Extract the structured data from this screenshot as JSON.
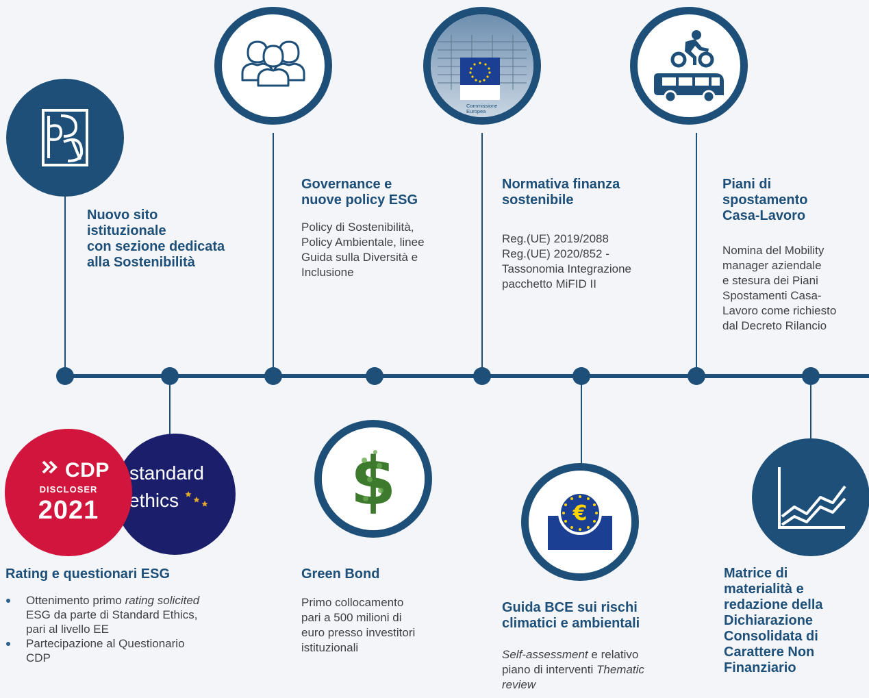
{
  "colors": {
    "primary": "#1d4f78",
    "background": "#f3f5f9",
    "cdp_red": "#d2153c",
    "ethics_navy": "#1b1f6b",
    "eu_blue": "#1b3f93"
  },
  "milestones": {
    "sito": {
      "icon": "bpp-logo-icon",
      "title_lines": [
        "Nuovo sito",
        "istituzionale",
        "con sezione dedicata",
        "alla Sostenibilità"
      ]
    },
    "governance": {
      "icon": "people-group-icon",
      "title_lines": [
        "Governance e",
        "nuove policy ESG"
      ],
      "body_lines": [
        "Policy di Sostenibilità,",
        "Policy Ambientale, linee",
        "Guida sulla Diversità e",
        "Inclusione"
      ]
    },
    "normativa": {
      "icon": "european-commission-building-icon",
      "image_text": "Commissione Europea",
      "title_lines": [
        "Normativa finanza",
        "sostenibile"
      ],
      "body_lines": [
        "Reg.(UE) 2019/2088",
        "Reg.(UE) 2020/852 -",
        "Tassonomia Integrazione",
        "pacchetto MiFID II"
      ]
    },
    "mobilita": {
      "icon": "bike-and-bus-icon",
      "title_lines": [
        "Piani di",
        "spostamento",
        "Casa-Lavoro"
      ],
      "body_lines": [
        "Nomina del Mobility",
        "manager aziendale",
        "e stesura dei Piani",
        "Spostamenti Casa-",
        "Lavoro come richiesto",
        "dal Decreto Rilancio"
      ]
    },
    "rating": {
      "title": "Rating e questionari ESG",
      "cdp_badge": {
        "word": "CDP",
        "line2": "DISCLOSER",
        "year": "2021"
      },
      "ethics_badge": {
        "line1": "standard",
        "line2": "ethics"
      },
      "bullets": [
        {
          "a": "Ottenimento primo ",
          "b": "rating solicited",
          "c": "ESG da parte di Standard Ethics,",
          "d": "pari al livello EE"
        },
        {
          "a": "Partecipazione al Questionario",
          "c": "CDP"
        }
      ]
    },
    "green_bond": {
      "icon": "dollar-sign-plants-icon",
      "title": "Green Bond",
      "body_lines": [
        "Primo collocamento",
        "pari a 500 milioni di",
        "euro presso investitori",
        "istituzionali"
      ]
    },
    "bce": {
      "icon": "euro-ecb-icon",
      "title_lines": [
        "Guida BCE sui rischi",
        "climatici e ambientali"
      ],
      "body_a": "Self-assessment",
      "body_b": " e relativo",
      "body_c": "piano di interventi ",
      "body_d": "Thematic",
      "body_e": "review"
    },
    "matrice": {
      "icon": "line-chart-icon",
      "title_lines": [
        "Matrice di",
        "materialità e",
        "redazione della",
        "Dichiarazione",
        "Consolidata di",
        "Carattere Non",
        "Finanziario"
      ]
    }
  }
}
